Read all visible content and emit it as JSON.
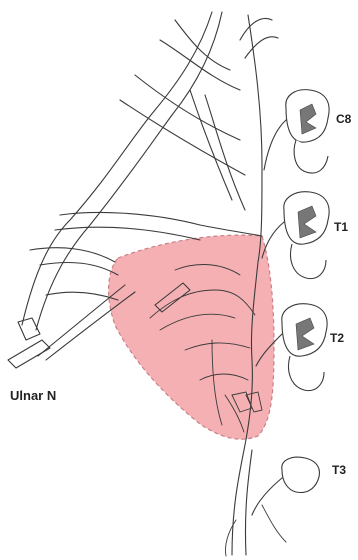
{
  "labels": {
    "ulnar": "Ulnar N",
    "c8": "C8",
    "t1": "T1",
    "t2": "T2",
    "t3": "T3"
  },
  "colors": {
    "highlight_fill": "#f4a3a8",
    "highlight_stroke": "#c06a70",
    "line": "#3a3a3a",
    "ganglion_shading": "#777777"
  }
}
